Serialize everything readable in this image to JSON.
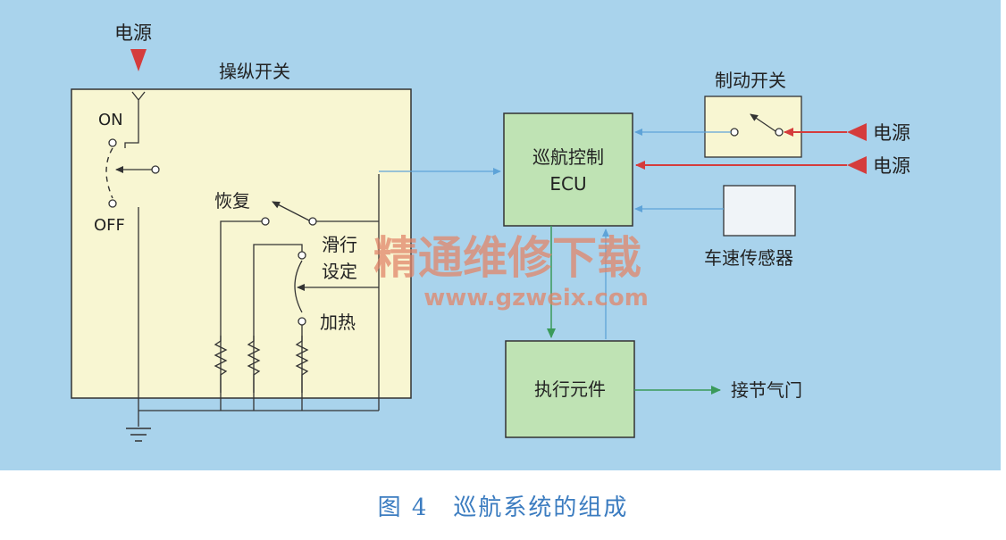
{
  "colors": {
    "background": "#a9d3ec",
    "panel_fill": "#f8f6d2",
    "block_fill": "#bfe3b4",
    "power_arrow": "#d53c3c",
    "signal_blue": "#5ea3d8",
    "output_green": "#3a9a5a",
    "watermark": "#e2866a",
    "caption": "#3b7cc0"
  },
  "labels": {
    "power_top": "电源",
    "control_switch": "操纵开关",
    "on": "ON",
    "off": "OFF",
    "resume": "恢复",
    "coast": "滑行",
    "set": "设定",
    "accel": "加热",
    "ecu_line1": "巡航控制",
    "ecu_line2": "ECU",
    "brake_switch": "制动开关",
    "power_1": "电源",
    "power_2": "电源",
    "speed_sensor": "车速传感器",
    "actuator": "执行元件",
    "throttle": "接节气门"
  },
  "watermark": {
    "line1": "精通维修下载",
    "line2": "www.gzweix.com"
  },
  "caption": {
    "number": "图 4",
    "title": "巡航系统的组成"
  }
}
